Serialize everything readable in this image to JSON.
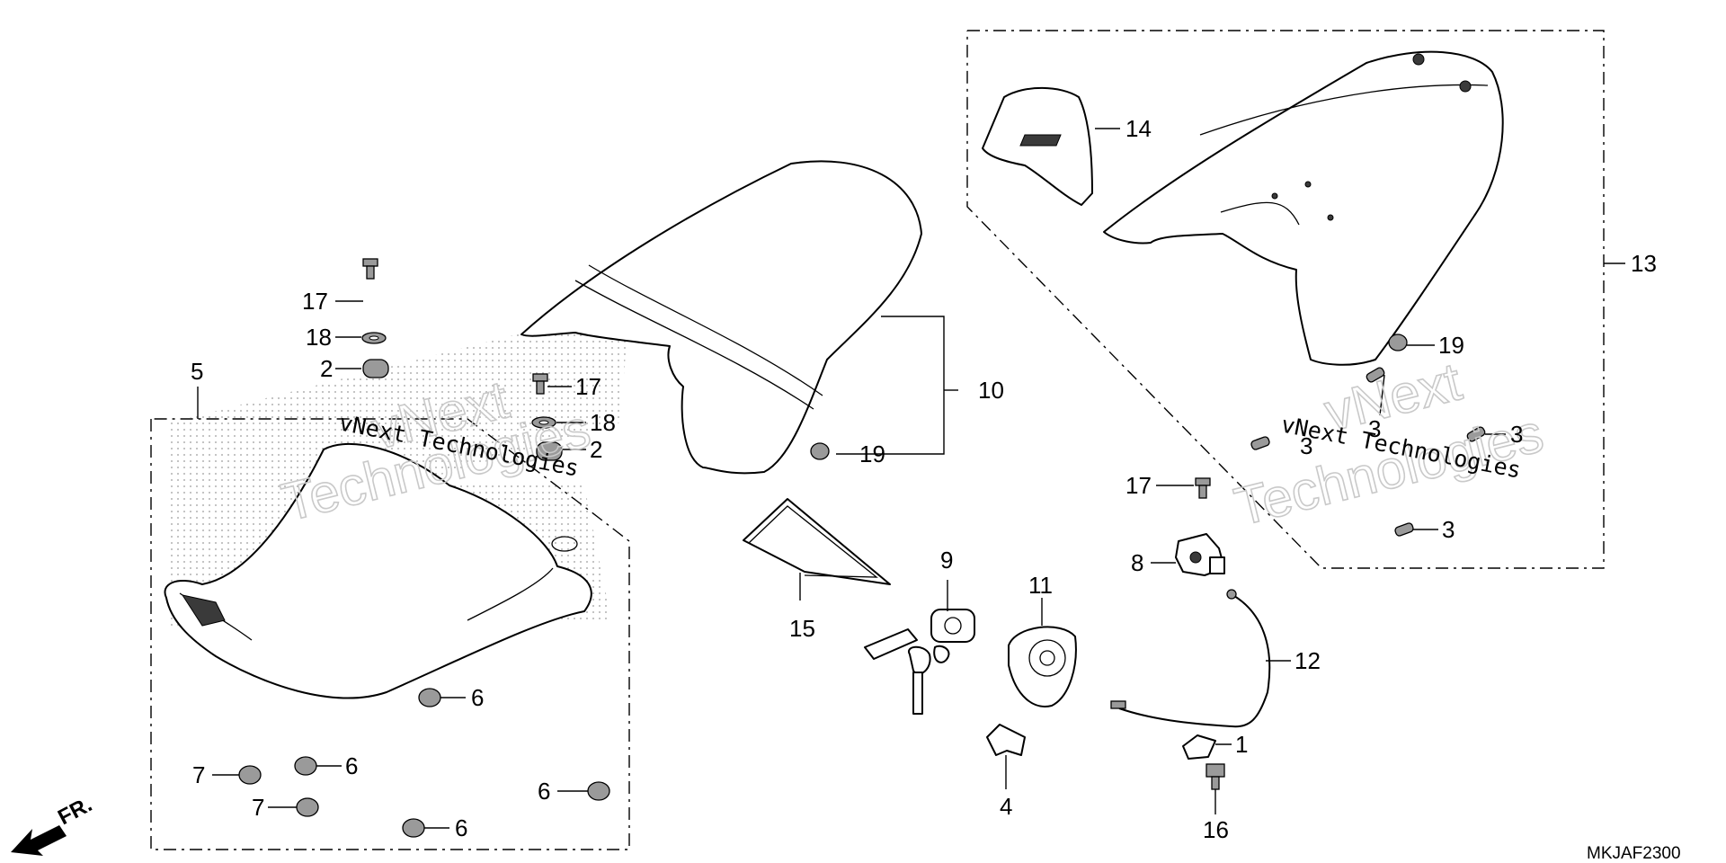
{
  "diagram_code": "MKJAF2300",
  "front_marker": "FR.",
  "watermark": {
    "outline_line1": "vNext",
    "outline_line2": "Technologies",
    "mono_text": "vNext Technologies"
  },
  "callouts": {
    "c1": "1",
    "c2a": "2",
    "c2b": "2",
    "c3a": "3",
    "c3b": "3",
    "c3c": "3",
    "c3d": "3",
    "c4": "4",
    "c5": "5",
    "c6a": "6",
    "c6b": "6",
    "c6c": "6",
    "c6d": "6",
    "c7a": "7",
    "c7b": "7",
    "c8": "8",
    "c9": "9",
    "c10": "10",
    "c11": "11",
    "c12": "12",
    "c13": "13",
    "c14": "14",
    "c15": "15",
    "c16": "16",
    "c17a": "17",
    "c17b": "17",
    "c17c": "17",
    "c18a": "18",
    "c18b": "18",
    "c19a": "19",
    "c19b": "19"
  }
}
